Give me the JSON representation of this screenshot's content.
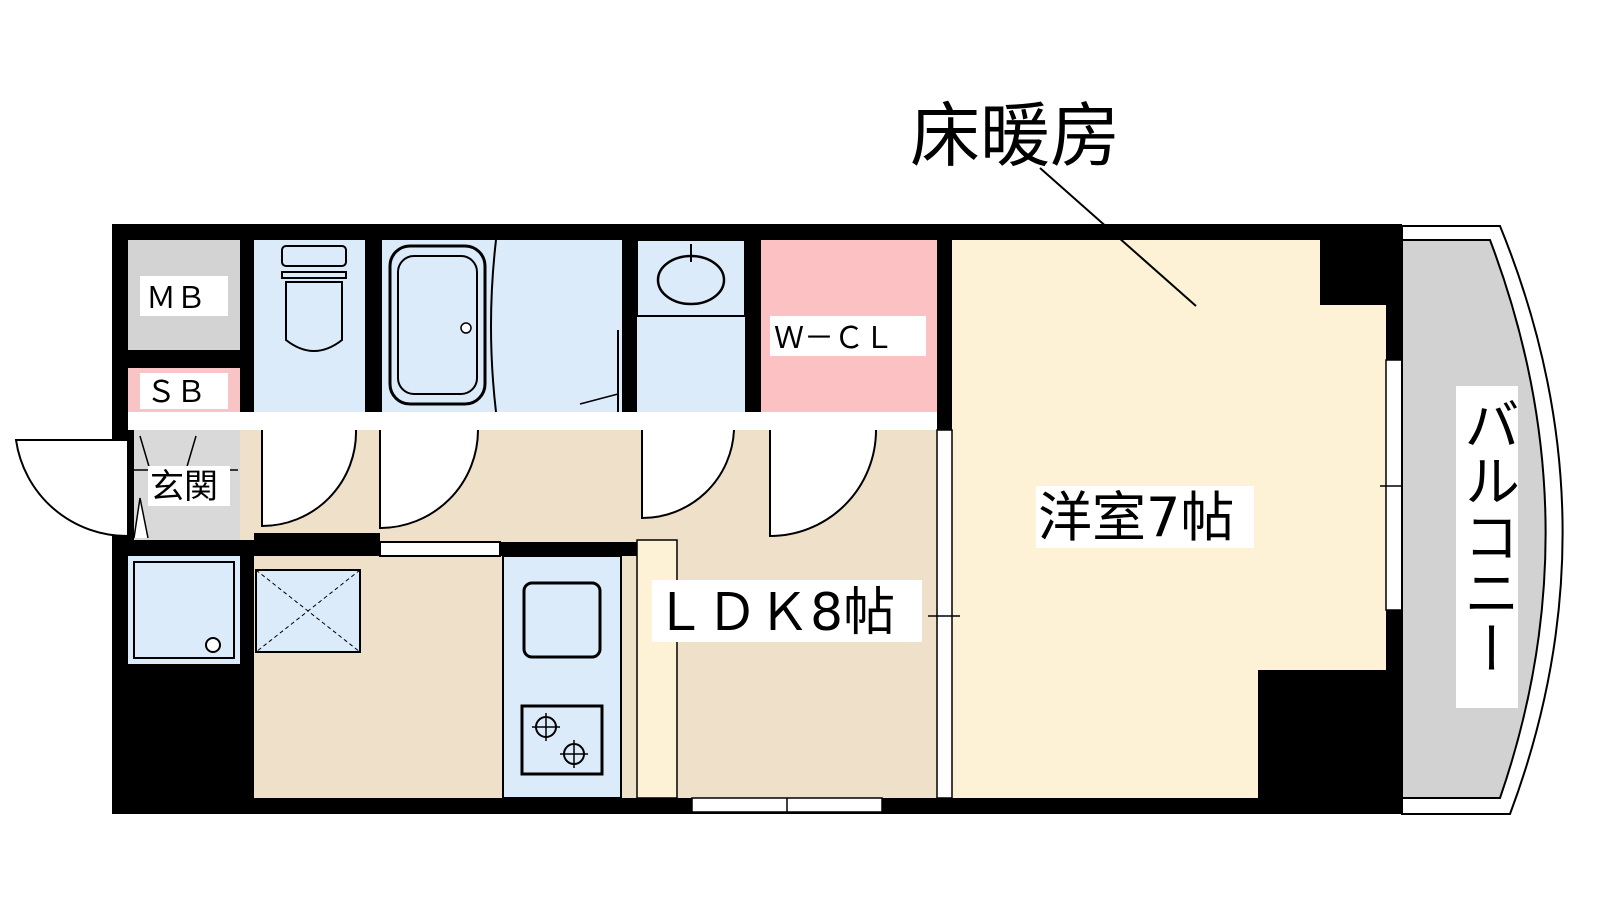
{
  "labels": {
    "floor_heating": "床暖房",
    "mb": "ＭＢ",
    "sb": "ＳＢ",
    "wcl": "Ｗ－ＣＬ",
    "entrance": "玄関",
    "western_room": "洋室7帖",
    "ldk": "ＬＤＫ8帖",
    "balcony": "バルコニー"
  },
  "colors": {
    "wall": "#000000",
    "wet_area": "#dcebfa",
    "wcl": "#fbc1c3",
    "western_room": "#fdf2d5",
    "ldk": "#efe1c9",
    "storage": "#d3d3d3",
    "sb": "#f9c4c6",
    "balcony": "#d2d2d2"
  }
}
